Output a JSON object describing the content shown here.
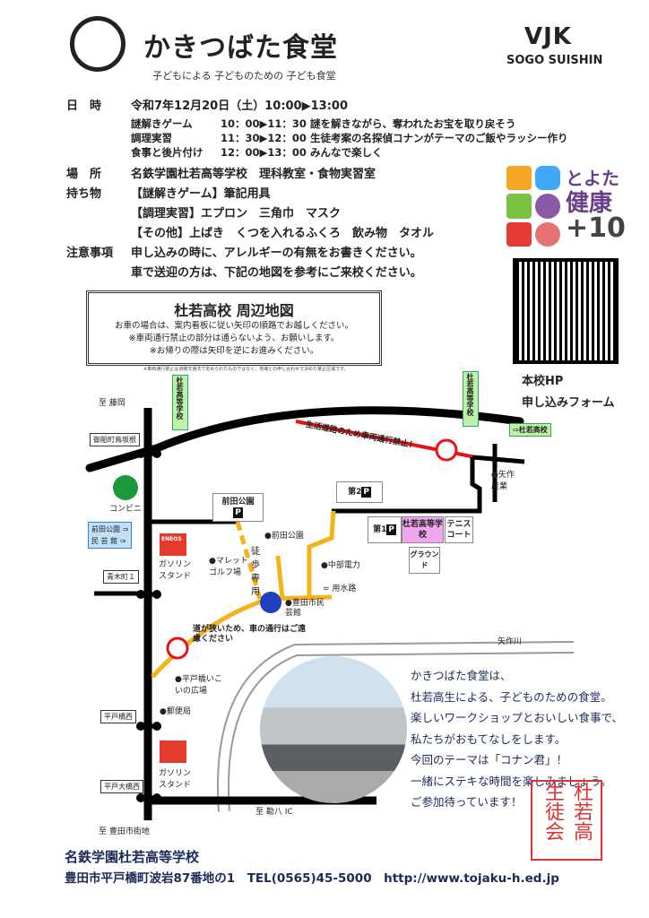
{
  "header": {
    "title": "かきつばた食堂",
    "subtitle": "子どもによる 子どものための 子ども食堂",
    "sponsor_logo": "VJK",
    "sponsor_name": "SOGO SUISHIN"
  },
  "info": {
    "datetime_label": "日　時",
    "datetime": "令和7年12月20日（土）10:00▶13:00",
    "schedule": [
      {
        "name": "謎解きゲーム",
        "time": "10：00▶11：30",
        "desc": "謎を解きながら、奪われたお宝を取り戻そう"
      },
      {
        "name": "調理実習",
        "time": "11：30▶12：00",
        "desc": "生徒考案の名探偵コナンがテーマのご飯やラッシー作り"
      },
      {
        "name": "食事と後片付け",
        "time": "12：00▶13：00",
        "desc": "みんなで楽しく"
      }
    ],
    "place_label": "場　所",
    "place": "名鉄学園杜若高等学校　理科教室・食物実習室",
    "items_label": "持ち物",
    "items": [
      "【謎解きゲーム】筆記用具",
      "【調理実習】エプロン　三角巾　マスク",
      "【その他】上ばき　くつを入れるふくろ　飲み物　タオル"
    ],
    "notes_label": "注意事項",
    "notes": [
      "申し込みの時に、アレルギーの有無をお書きください。",
      "車で送迎の方は、下記の地図を参考にご来校ください。"
    ]
  },
  "kenko": {
    "line1": "とよた",
    "line2": "健康",
    "line3": "+10"
  },
  "qr": {
    "label1": "本校HP",
    "label2": "申し込みフォーム"
  },
  "map": {
    "title": "杜若高校 周辺地図",
    "lines": [
      "お車の場合は、案内看板に従い矢印の順路でお越しください。",
      "※車両通行禁止の部分は通らないよう、お願いします。",
      "※お帰りの際は矢印を逆にお進みください。"
    ],
    "footnote": "※車両通行禁止は道路交通法で定められたものではなく、地域との申し合わせで決めた禁止区域です。",
    "labels": {
      "fujioka": "至 藤岡",
      "mifune": "御船町鳥坂根",
      "conveni": "コンビニ",
      "maeda_sign": "前田公園 ⇒",
      "mingei_sign": "民 芸 館 ⇒",
      "aoki": "青木町１",
      "gas1": "ガソリンスタンド",
      "gas2": "ガソリンスタンド",
      "eneos": "ENEOS",
      "maeda_p": "前田公園",
      "maeda_park": "●前田公園",
      "mallet": "●マレットゴルフ場",
      "toho": "徒歩専用",
      "chubu": "●中部電力",
      "yosui": "= 用水路",
      "mingeikan": "●豊田市民芸館",
      "narrow": "道が狭いため、車の通行はご遠慮ください",
      "seikatsu": "生活道路のため車両通行禁止！",
      "daini": "第2",
      "daiichi": "第1",
      "school": "杜若高等学校",
      "tennis": "テニスコート",
      "ground": "グラウンド",
      "yahagi_sangyo": "●矢作産業",
      "yahagigawa": "矢作川",
      "hiratobashi": "●平戸橋いこいの広場",
      "post": "●郵便局",
      "hiratobashinishi": "平戸橋西",
      "ohashinishi": "平戸大橋西",
      "kanpachi": "至 勘八 IC",
      "toyota": "至 豊田市街地",
      "sign_school": "杜若高等学校",
      "sign_school2": "⇨杜若高校",
      "parking": "P"
    }
  },
  "message": [
    "かきつばた食堂は、",
    "杜若高生による、子どものための食堂。",
    "楽しいワークショップとおいしい食事で、",
    "私たちがおもてなしをします。",
    "今回のテーマは「コナン君」！",
    "一緒にステキな時間を楽しみましょう。",
    "ご参加待っています！"
  ],
  "stamp": "杜若高生徒会",
  "footer": {
    "school": "名鉄学園杜若高等学校",
    "address": "豊田市平戸橋町波岩87番地の1",
    "tel": "TEL(0565)45-5000",
    "url": "http://www.tojaku-h.ed.jp"
  }
}
